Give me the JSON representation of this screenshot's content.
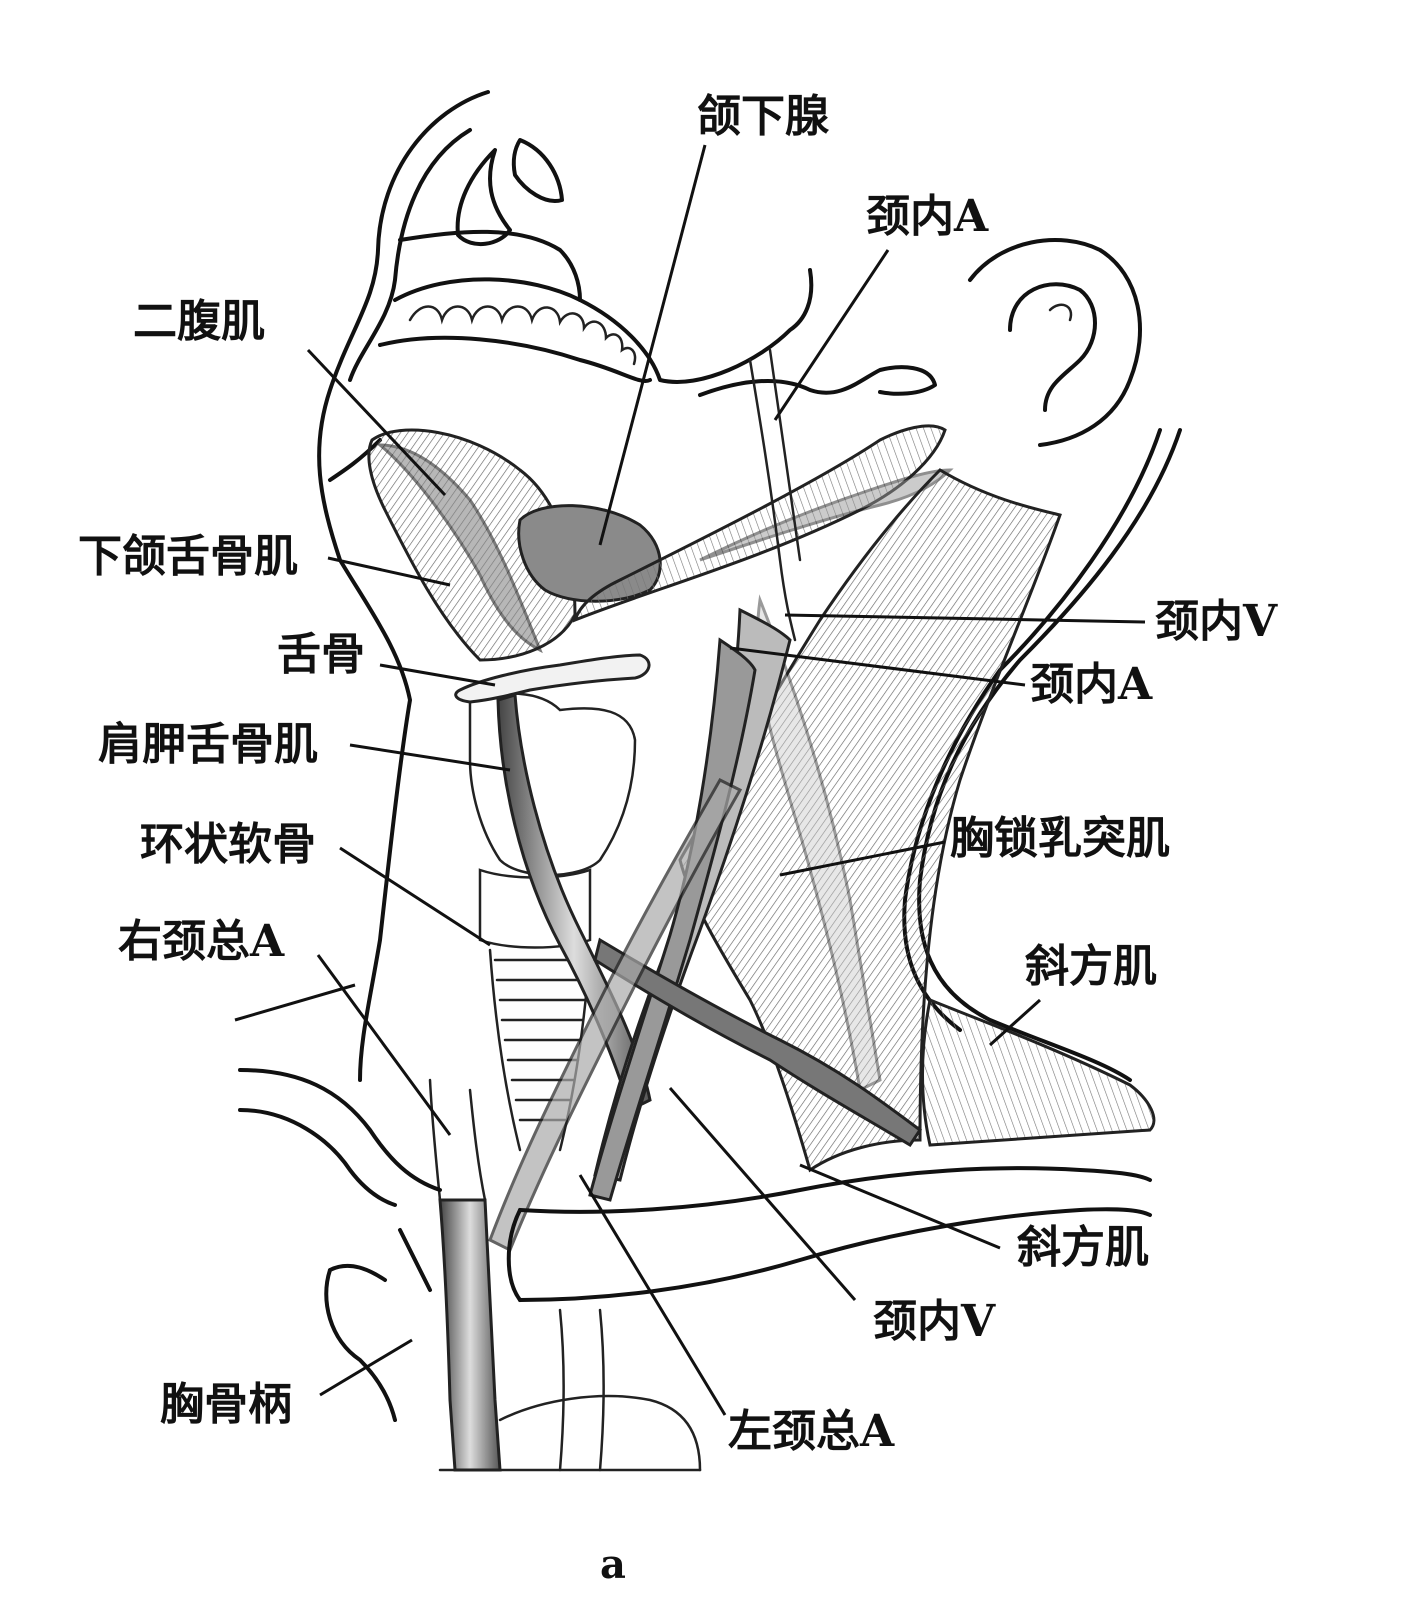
{
  "figure": {
    "caption": "a",
    "labels": {
      "submandibular_gland": "颌下腺",
      "internal_carotid_top": "颈内A",
      "digastric": "二腹肌",
      "mylohyoid": "下颌舌骨肌",
      "hyoid": "舌骨",
      "internal_jugular_right": "颈内V",
      "internal_carotid_mid": "颈内A",
      "omohyoid": "肩胛舌骨肌",
      "cricoid": "环状软骨",
      "sternocleidomastoid": "胸锁乳突肌",
      "right_common_carotid": "右颈总A",
      "trapezius_upper": "斜方肌",
      "trapezius_lower": "斜方肌",
      "internal_jugular_bottom": "颈内V",
      "manubrium": "胸骨柄",
      "left_common_carotid": "左颈总A"
    }
  }
}
